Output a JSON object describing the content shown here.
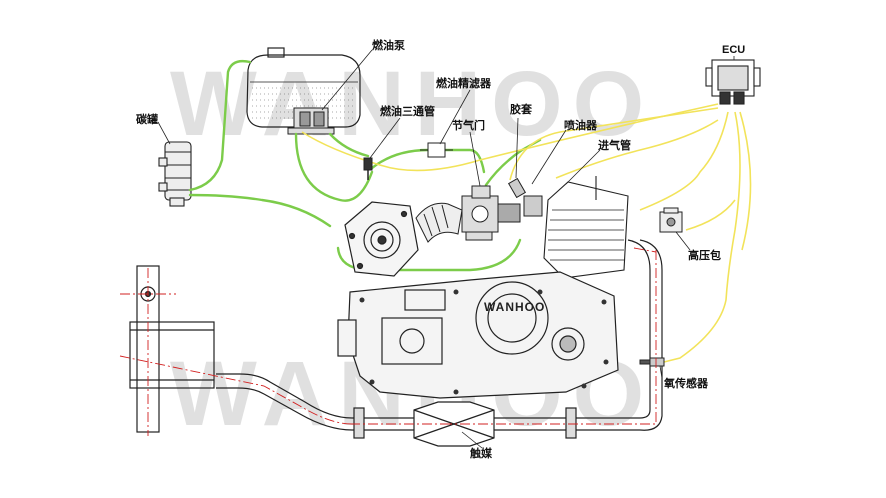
{
  "watermark": "WANHOO",
  "labels": {
    "fuel_pump": "燃油泵",
    "fuel_filter": "燃油精滤器",
    "fuel_tee": "燃油三通管",
    "carbon_canister": "碳罐",
    "throttle": "节气门",
    "rubber_sleeve": "胶套",
    "injector": "喷油器",
    "intake_pipe": "进气管",
    "ecu": "ECU",
    "ignition_coil": "高压包",
    "oxygen_sensor": "氧传感器",
    "catalyst": "触媒"
  },
  "engine_badge": "WANHOO",
  "line_colors": {
    "fuel_green": "#7ccc4a",
    "wiring_yellow": "#f2e35a",
    "centerline_red": "#d22020",
    "drawing_black": "#222222"
  }
}
